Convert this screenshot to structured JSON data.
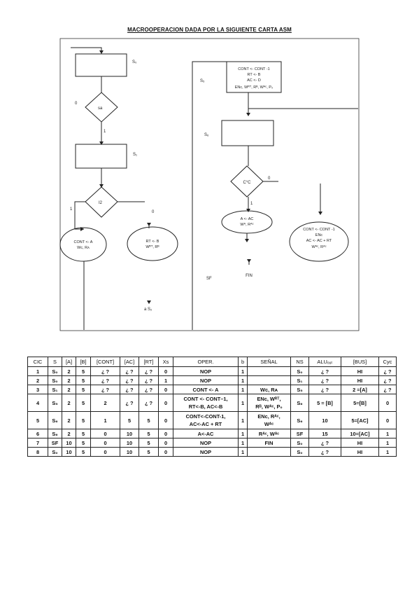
{
  "title": "MACROOPERACION DADA POR LA SIGUIENTE CARTA ASM",
  "asm": {
    "s0": "S₀",
    "s1": "S₁",
    "s2": "S₂",
    "s5": "S₅",
    "s6": "S₆",
    "sf": "SF",
    "dec1": "sа",
    "dec2": "I2",
    "dec3": "C°C",
    "zero_a": "0",
    "one_a": "1",
    "one_b": "1",
    "zero_b": "0",
    "zero_c": "0",
    "one_c": "1",
    "oval1": [
      "CONT <- A",
      "Wᴄ, Rᴀ"
    ],
    "oval2": [
      "RT <- B",
      "Wᴿᵀ, Rᴮ"
    ],
    "s5_block": [
      "CONT <- CONT -1",
      "RT <- B",
      "AC <- D",
      "ENᴄ, Wᴿᵀ, Rᴮ, Wᴬᶜ, P₀"
    ],
    "oval3": [
      "A <- AC",
      "Wᴬ, Rᴬᶜ"
    ],
    "oval4": [
      "CONT <- CONT -1",
      "ENᴄ",
      "AC <- AC + RT",
      "Wᴬᶜ, Rᴬᶜ"
    ],
    "fin": "FIN",
    "s2_label": "a S₂"
  },
  "table": {
    "headers": [
      "CIC",
      "S",
      "[A]",
      "[B]",
      "[CONT]",
      "[AC]",
      "[RT]",
      "Xs",
      "OPER.",
      "b",
      "SEÑAL",
      "NS",
      "ALUₒᵤₜ",
      "[BUS]",
      "Cyc"
    ],
    "rows": [
      {
        "c": [
          "1",
          "S₀",
          "2",
          "5",
          "¿ ?",
          "¿ ?",
          "¿ ?",
          "0"
        ],
        "oper": [
          "NOP"
        ],
        "b": "1",
        "signal": [
          ""
        ],
        "tail": [
          "S₀",
          "¿ ?",
          "HI",
          "¿ ?"
        ]
      },
      {
        "c": [
          "2",
          "S₀",
          "2",
          "5",
          "¿ ?",
          "¿ ?",
          "¿ ?",
          "1"
        ],
        "oper": [
          "NOP"
        ],
        "b": "1",
        "signal": [
          ""
        ],
        "tail": [
          "S₁",
          "¿ ?",
          "HI",
          "¿ ?"
        ]
      },
      {
        "c": [
          "3",
          "S₁",
          "2",
          "5",
          "¿ ?",
          "¿ ?",
          "¿ ?",
          "0"
        ],
        "oper": [
          "CONT <- A"
        ],
        "b": "1",
        "signal": [
          "Wᴄ, Rᴀ"
        ],
        "tail": [
          "S₅",
          "¿ ?",
          "2 =[A]",
          "¿ ?"
        ]
      },
      {
        "c": [
          "4",
          "S₅",
          "2",
          "5",
          "2",
          "¿ ?",
          "¿ ?",
          "0"
        ],
        "oper": [
          "CONT <- CONT–1,",
          "RT<-B, AC<-B"
        ],
        "b": "1",
        "signal": [
          "ENᴄ, Wᴿᵀ,",
          "Rᴮ, Wᴬᶜ, P₀"
        ],
        "tail": [
          "S₆",
          "5 = [B]",
          "5=[B]",
          "0"
        ]
      },
      {
        "c": [
          "5",
          "S₆",
          "2",
          "5",
          "1",
          "5",
          "5",
          "0"
        ],
        "oper": [
          "CONT<-CONT-1,",
          "AC<-AC + RT"
        ],
        "b": "1",
        "signal": [
          "ENᴄ, Rᴬᶜ,",
          "Wᴬᶜ"
        ],
        "tail": [
          "S₆",
          "10",
          "5=[AC]",
          "0"
        ]
      },
      {
        "c": [
          "6",
          "S₆",
          "2",
          "5",
          "0",
          "10",
          "5",
          "0"
        ],
        "oper": [
          "A<-AC"
        ],
        "b": "1",
        "signal": [
          "Rᴬᶜ, Wᴬᶜ"
        ],
        "tail": [
          "SF",
          "15",
          "10=[AC]",
          "1"
        ]
      },
      {
        "c": [
          "7",
          "SF",
          "10",
          "5",
          "0",
          "10",
          "5",
          "0"
        ],
        "oper": [
          "NOP"
        ],
        "b": "1",
        "signal": [
          "FIN"
        ],
        "tail": [
          "S₀",
          "¿ ?",
          "HI",
          "1"
        ]
      },
      {
        "c": [
          "8",
          "S₀",
          "10",
          "5",
          "0",
          "10",
          "5",
          "0"
        ],
        "oper": [
          "NOP"
        ],
        "b": "1",
        "signal": [
          ""
        ],
        "tail": [
          "S₀",
          "¿ ?",
          "HI",
          "1"
        ]
      }
    ]
  }
}
